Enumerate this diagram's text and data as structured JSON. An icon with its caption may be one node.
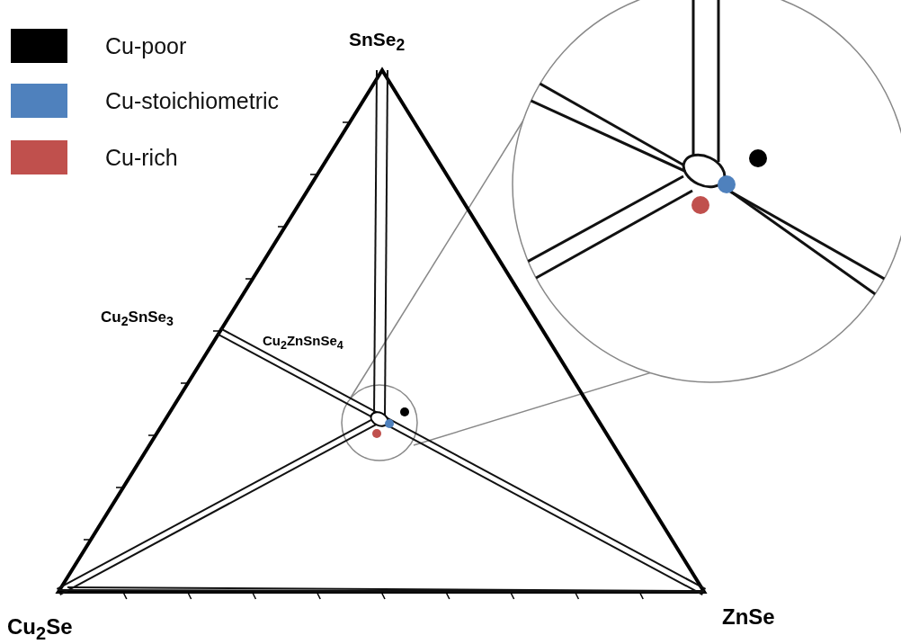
{
  "diagram": {
    "labels": [
      "SnSe$_{2}$",
      "Cu$_{2}$SnSe$_{3}$",
      "Cu$_{2}$ZnSnSe$_{4}$",
      "Cu$_{2}$Se",
      "ZnSe"
    ],
    "legend": [
      {
        "text": "Cu-poor",
        "color": "#000000"
      },
      {
        "text": "Cu-stoichiometric",
        "color": "#4f81bd"
      },
      {
        "text": "Cu-rich",
        "color": "#c0504d"
      }
    ]
  }
}
